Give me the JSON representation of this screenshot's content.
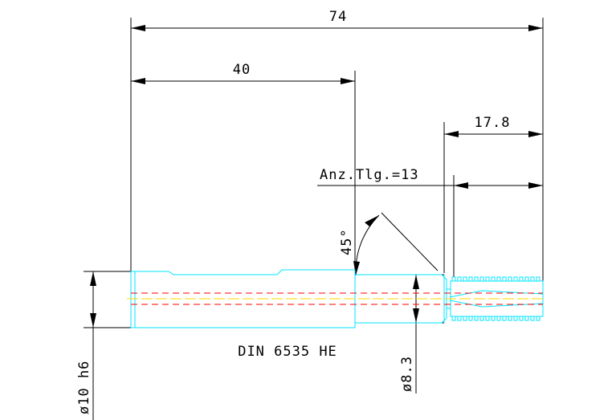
{
  "dimensions": {
    "overall_length": "74",
    "shank_length": "40",
    "thread_length": "17.8",
    "part_count_label": "Anz.Tlg.=13",
    "chamfer_angle": "45°",
    "shank_diameter": "ø10 h6",
    "neck_diameter": "ø8.3"
  },
  "standard_label": "DIN 6535 HE",
  "colors": {
    "outline": "#00e5ff",
    "centerline": "#ff0000",
    "axis": "#ffd800",
    "dimension": "#000000",
    "background": "#ffffff"
  }
}
